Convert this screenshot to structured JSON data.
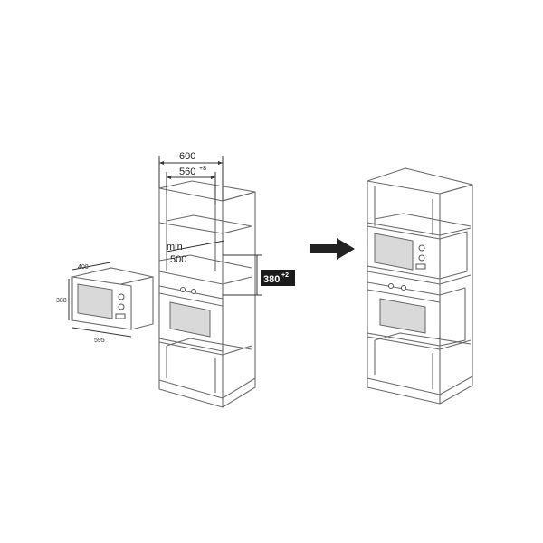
{
  "labels": {
    "microwave_depth": "400",
    "microwave_height": "388",
    "microwave_width": "595",
    "cabinet_width": "600",
    "niche_width": "560",
    "niche_width_tolerance": "+8",
    "min_label": "min",
    "min_depth": "500",
    "niche_height": "380",
    "niche_height_tolerance": "+2"
  },
  "colors": {
    "line": "#6b6b6b",
    "window": "#d9d9d9",
    "arrow": "#222222",
    "badge": "#1a1a1a"
  },
  "icons": {
    "arrow": "right-arrow-icon"
  }
}
